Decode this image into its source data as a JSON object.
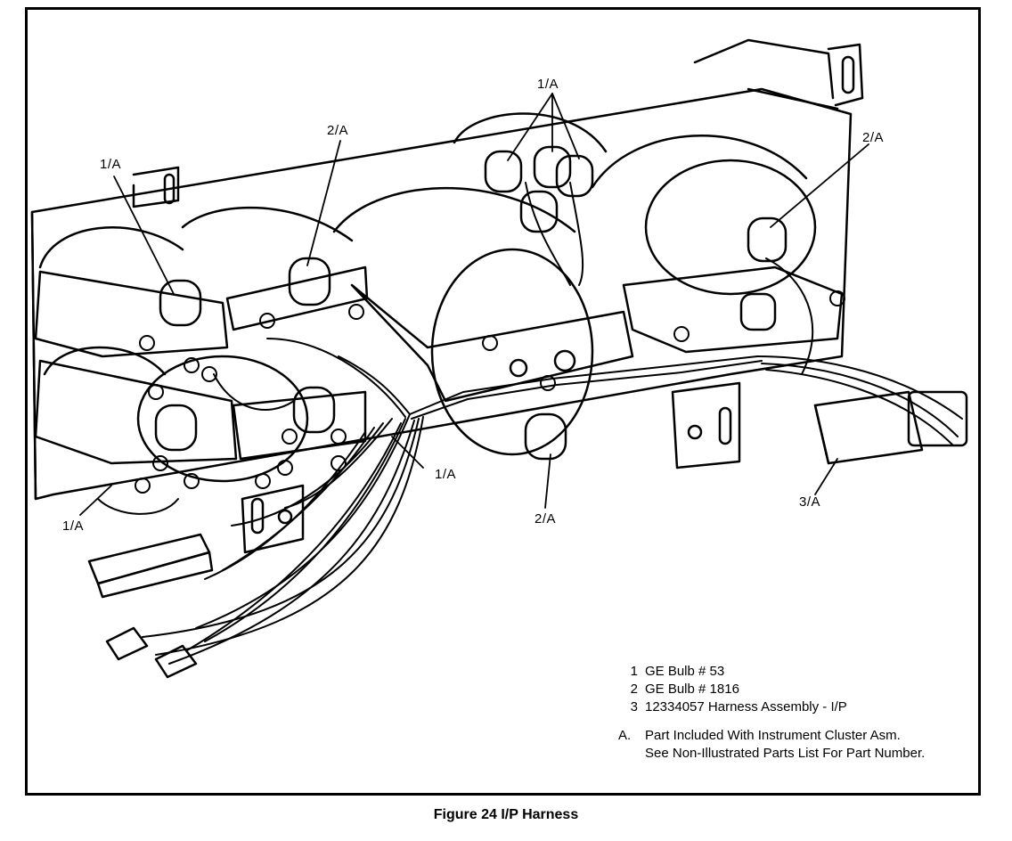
{
  "diagram": {
    "callouts": [
      {
        "id": "c1",
        "text": "1/A"
      },
      {
        "id": "c2",
        "text": "2/A"
      },
      {
        "id": "c3",
        "text": "1/A"
      },
      {
        "id": "c4",
        "text": "2/A"
      },
      {
        "id": "c5",
        "text": "1/A"
      },
      {
        "id": "c6",
        "text": "1/A"
      },
      {
        "id": "c7",
        "text": "2/A"
      },
      {
        "id": "c8",
        "text": "3/A"
      }
    ],
    "legend": [
      {
        "num": "1",
        "text": "GE Bulb # 53"
      },
      {
        "num": "2",
        "text": "GE Bulb # 1816"
      },
      {
        "num": "3",
        "text": "12334057 Harness Assembly - I/P"
      }
    ],
    "note": {
      "letter": "A.",
      "line1": "Part Included With Instrument Cluster Asm.",
      "line2": "See Non-Illustrated Parts List For Part Number."
    },
    "caption": "Figure 24 I/P Harness"
  }
}
